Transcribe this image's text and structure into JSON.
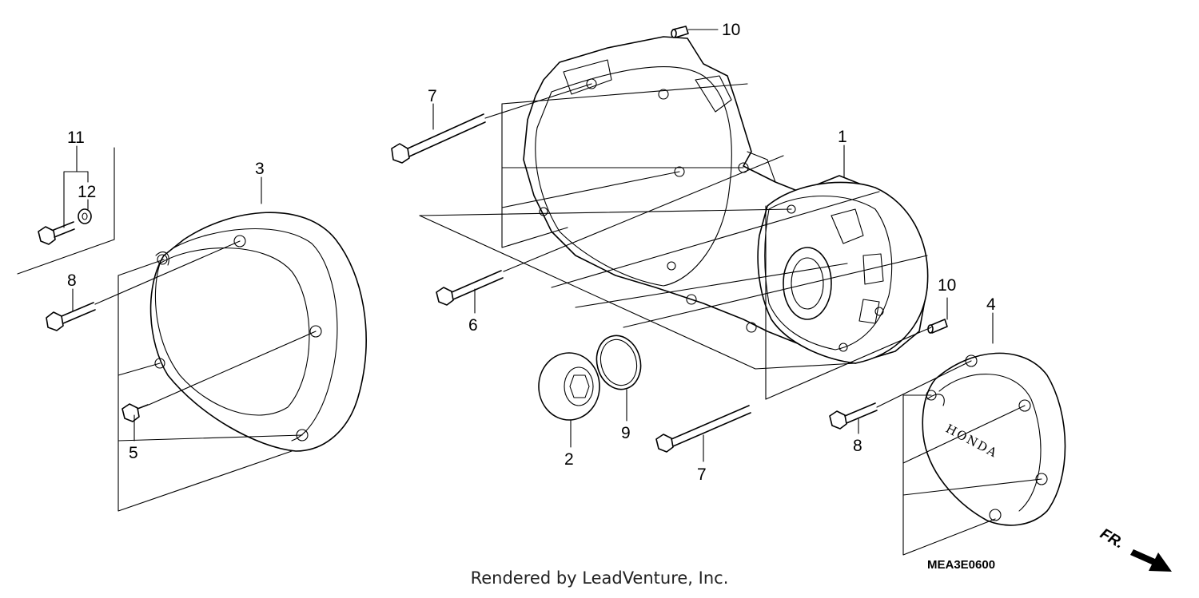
{
  "diagram": {
    "diagram_code": "MEA3E0600",
    "direction_label": "FR.",
    "cover_brand_text": "HONDA",
    "footer": "Rendered by LeadVenture, Inc.",
    "callouts": [
      {
        "id": "c1",
        "label": "1"
      },
      {
        "id": "c2",
        "label": "2"
      },
      {
        "id": "c3",
        "label": "3"
      },
      {
        "id": "c4",
        "label": "4"
      },
      {
        "id": "c5",
        "label": "5"
      },
      {
        "id": "c6",
        "label": "6"
      },
      {
        "id": "c7a",
        "label": "7"
      },
      {
        "id": "c7b",
        "label": "7"
      },
      {
        "id": "c8a",
        "label": "8"
      },
      {
        "id": "c8b",
        "label": "8"
      },
      {
        "id": "c9",
        "label": "9"
      },
      {
        "id": "c10a",
        "label": "10"
      },
      {
        "id": "c10b",
        "label": "10"
      },
      {
        "id": "c11",
        "label": "11"
      },
      {
        "id": "c12",
        "label": "12"
      }
    ]
  }
}
